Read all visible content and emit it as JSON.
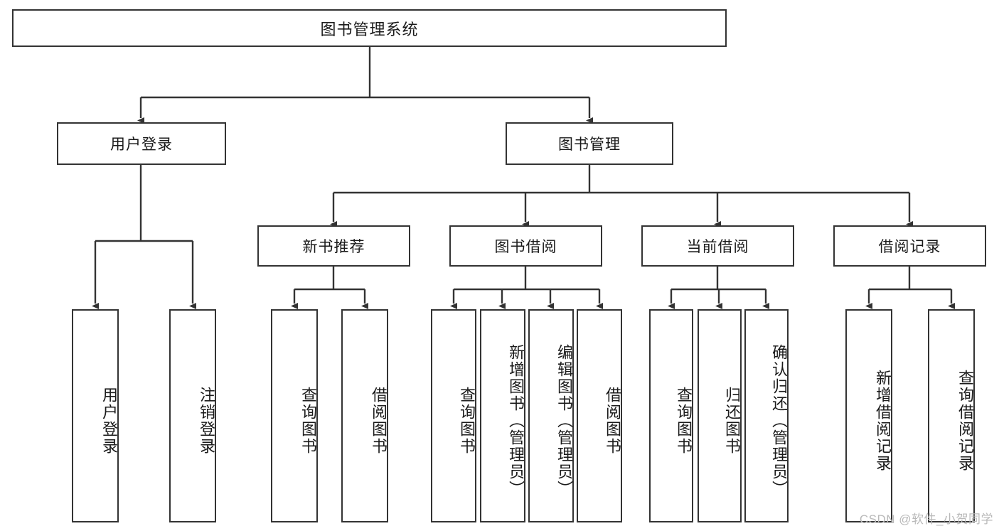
{
  "diagram": {
    "title": "图书管理系统",
    "type": "tree-hierarchy",
    "watermark": "CSDN @软件_小贺同学",
    "colors": {
      "box_border": "#333333",
      "box_fill": "#ffffff",
      "connector": "#333333",
      "text": "#1a1a1a",
      "watermark": "#b9b9b9",
      "background": "#ffffff"
    },
    "nodes": {
      "root": {
        "label": "图书管理系统"
      },
      "level2": [
        {
          "id": "user-login",
          "label": "用户登录"
        },
        {
          "id": "book-management",
          "label": "图书管理"
        }
      ],
      "level3": [
        {
          "id": "new-book-recommend",
          "label": "新书推荐"
        },
        {
          "id": "book-borrow",
          "label": "图书借阅"
        },
        {
          "id": "current-borrow",
          "label": "当前借阅"
        },
        {
          "id": "borrow-record",
          "label": "借阅记录"
        }
      ],
      "leaves": {
        "user_login": [
          {
            "id": "leaf-user-login",
            "label": "用户登录"
          },
          {
            "id": "leaf-logout-login",
            "label": "注销登录"
          }
        ],
        "new_book_recommend": [
          {
            "id": "leaf-query-book-1",
            "label": "查询图书"
          },
          {
            "id": "leaf-borrow-book-1",
            "label": "借阅图书"
          }
        ],
        "book_borrow": [
          {
            "id": "leaf-query-book-2",
            "label": "查询图书"
          },
          {
            "id": "leaf-add-book",
            "label": "新增图书（管理员）"
          },
          {
            "id": "leaf-edit-book",
            "label": "编辑图书（管理员）"
          },
          {
            "id": "leaf-borrow-book-2",
            "label": "借阅图书"
          }
        ],
        "current_borrow": [
          {
            "id": "leaf-query-book-3",
            "label": "查询图书"
          },
          {
            "id": "leaf-return-book",
            "label": "归还图书"
          },
          {
            "id": "leaf-confirm-return",
            "label": "确认归还（管理员）"
          }
        ],
        "borrow_record": [
          {
            "id": "leaf-add-record",
            "label": "新增借阅记录"
          },
          {
            "id": "leaf-query-record",
            "label": "查询借阅记录"
          }
        ]
      }
    }
  }
}
